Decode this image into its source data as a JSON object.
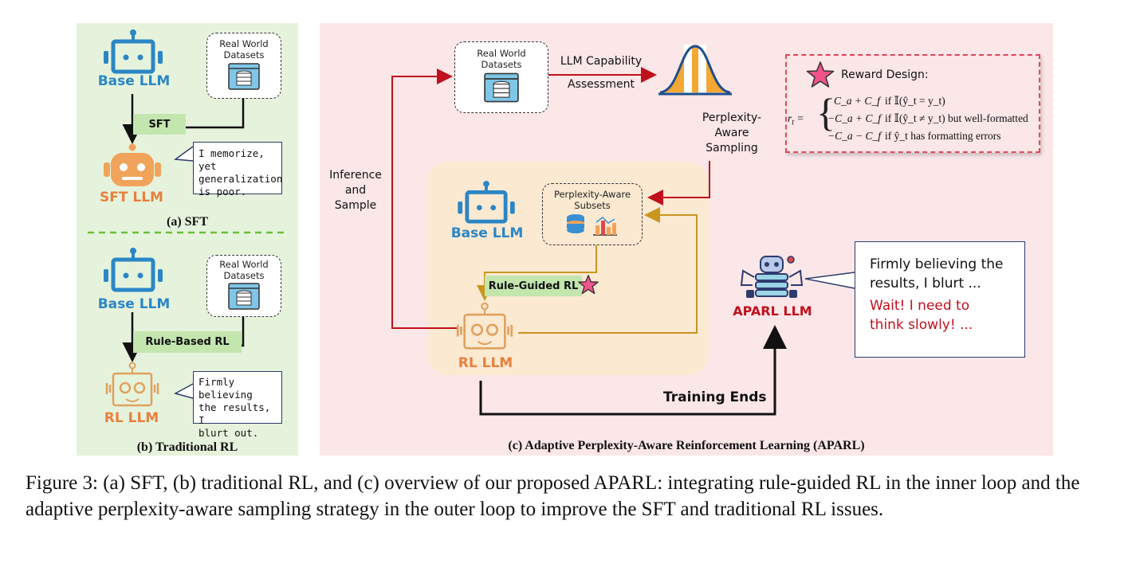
{
  "panel_a": {
    "base_llm": "Base LLM",
    "datasets": "Real World\nDatasets",
    "sft_tag": "SFT",
    "sft_llm": "SFT LLM",
    "bubble": "I memorize, yet\ngeneralization\nis poor.",
    "caption": "(a) SFT"
  },
  "panel_b": {
    "base_llm": "Base LLM",
    "datasets": "Real World\nDatasets",
    "rl_tag": "Rule-Based RL",
    "rl_llm": "RL LLM",
    "bubble": "Firmly believing\nthe results, I\nblurt out.",
    "caption": "(b) Traditional RL"
  },
  "panel_c": {
    "datasets": "Real World\nDatasets",
    "assess_1": "LLM Capability",
    "assess_2": "Assessment",
    "sampling": "Perplexity-\nAware\nSampling",
    "inference": "Inference\nand\nSample",
    "base_llm": "Base LLM",
    "subsets": "Perplexity-Aware\nSubsets",
    "rule_rl": "Rule-Guided RL",
    "rl_llm": "RL LLM",
    "training_ends": "Training Ends",
    "aparl_llm": "APARL LLM",
    "bubble_black": "Firmly believing the\nresults, I blurt ...",
    "bubble_red": "Wait! I need to\nthink slowly! ...",
    "reward_title": "Reward Design:",
    "reward_lhs": "r",
    "reward_rows": [
      {
        "expr": "C_a + C_f",
        "cond": "if 𝕀(ŷ_t = y_t)"
      },
      {
        "expr": "−C_a + C_f",
        "cond": "if 𝕀(ŷ_t ≠ y_t) but well-formatted"
      },
      {
        "expr": "−C_a − C_f",
        "cond": "if ŷ_t has formatting errors"
      }
    ],
    "caption": "(c) Adaptive Perplexity-Aware Reinforcement Learning (APARL)"
  },
  "figure_caption": "Figure 3: (a) SFT, (b) traditional RL, and (c) overview of our proposed APARL: integrating rule-guided RL in the inner loop and the adaptive perplexity-aware sampling strategy in the outer loop to improve the SFT and traditional RL issues.",
  "colors": {
    "blue": "#2b86c5",
    "orange": "#e8803d",
    "red_arrow": "#c0101d",
    "gold_arrow": "#c9961f",
    "green_tag": "#c3e6ae"
  }
}
